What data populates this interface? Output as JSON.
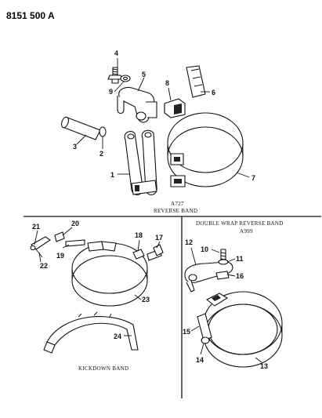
{
  "header": {
    "code": "8151 500 A"
  },
  "sections": {
    "reverse_band": {
      "code": "A727",
      "caption": "REVERSE BAND"
    },
    "kickdown_band": {
      "caption": "KICKDOWN BAND"
    },
    "double_wrap": {
      "caption": "DOUBLE WRAP REVERSE BAND",
      "code": "A999"
    }
  },
  "callouts": {
    "c1": "1",
    "c2": "2",
    "c3": "3",
    "c4": "4",
    "c5": "5",
    "c6": "6",
    "c7": "7",
    "c8": "8",
    "c9": "9",
    "c10": "10",
    "c11": "11",
    "c12": "12",
    "c13": "13",
    "c14": "14",
    "c15": "15",
    "c16": "16",
    "c17": "17",
    "c18": "18",
    "c19": "19",
    "c20": "20",
    "c21": "21",
    "c22": "22",
    "c23": "23",
    "c24": "24"
  }
}
